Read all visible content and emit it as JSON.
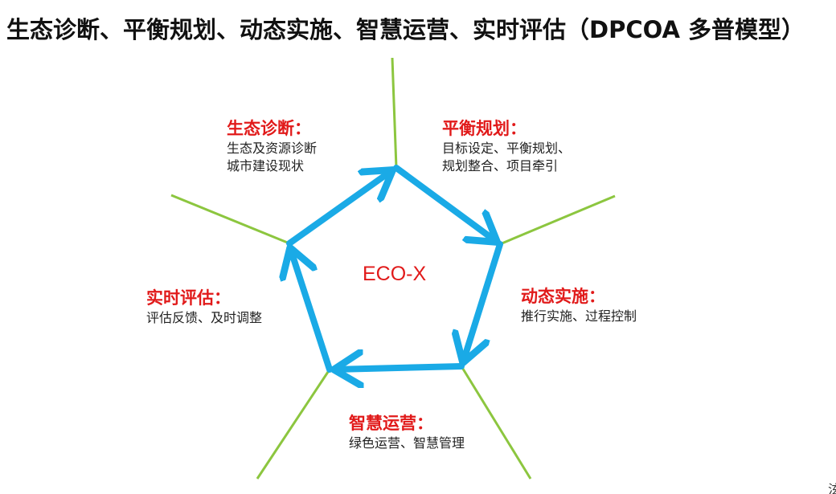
{
  "title": "生态诊断、平衡规划、动态实施、智慧运营、实时评估（DPCOA  多普模型）",
  "center_label": "ECO-X",
  "colors": {
    "cycle_arrow": "#1aaae6",
    "radial_line": "#8cc63f",
    "heading": "#e11a1a",
    "body_text": "#222222"
  },
  "phases": [
    {
      "id": "diagnosis",
      "heading": "生态诊断：",
      "lines": [
        "生态及资源诊断",
        "城市建设现状"
      ]
    },
    {
      "id": "planning",
      "heading": "平衡规划：",
      "lines": [
        "目标设定、平衡规划、",
        "规划整合、项目牵引"
      ]
    },
    {
      "id": "implementation",
      "heading": "动态实施：",
      "lines": [
        "推行实施、过程控制"
      ]
    },
    {
      "id": "operation",
      "heading": "智慧运营：",
      "lines": [
        "绿色运营、智慧管理"
      ]
    },
    {
      "id": "evaluation",
      "heading": "实时评估：",
      "lines": [
        "评估反馈、及时调整"
      ]
    }
  ],
  "corner_mark": "泫"
}
